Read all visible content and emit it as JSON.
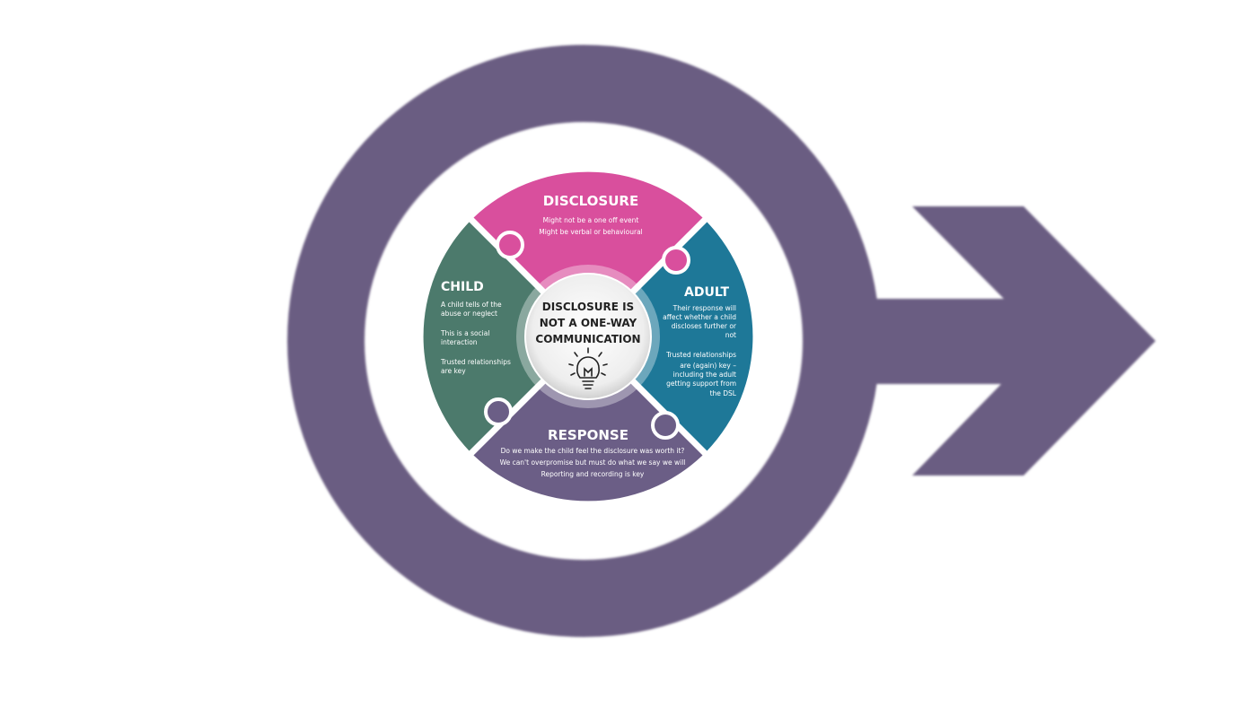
{
  "colors": {
    "ring": "#6b5d82",
    "disclosure": "#d94f9d",
    "adult": "#1e7898",
    "response": "#6b5e86",
    "child": "#4c7a6c",
    "center_bg": "#f3f3f3",
    "center_text": "#222222"
  },
  "center": {
    "lines": [
      "DISCLOSURE IS",
      "NOT A ONE-WAY",
      "COMMUNICATION"
    ],
    "icon": "lightbulb-icon"
  },
  "segments": {
    "disclosure": {
      "title": "DISCLOSURE",
      "lines": [
        "Might not be a one off event",
        "Might be verbal or behavioural"
      ]
    },
    "adult": {
      "title": "ADULT",
      "lines": [
        "Their response will",
        "affect whether a child",
        "discloses further or",
        "not",
        "",
        "Trusted relationships",
        "are (again) key –",
        "including the adult",
        "getting  support from",
        "the DSL"
      ]
    },
    "response": {
      "title": "RESPONSE",
      "lines": [
        "Do we make the child feel the disclosure was worth it?",
        "We can't overpromise but must do what we say we will",
        "Reporting and recording is key"
      ]
    },
    "child": {
      "title": "CHILD",
      "lines": [
        "A child tells of the",
        "abuse or neglect",
        "",
        "This is a social",
        "interaction",
        "",
        "Trusted relationships",
        "are key"
      ]
    }
  }
}
